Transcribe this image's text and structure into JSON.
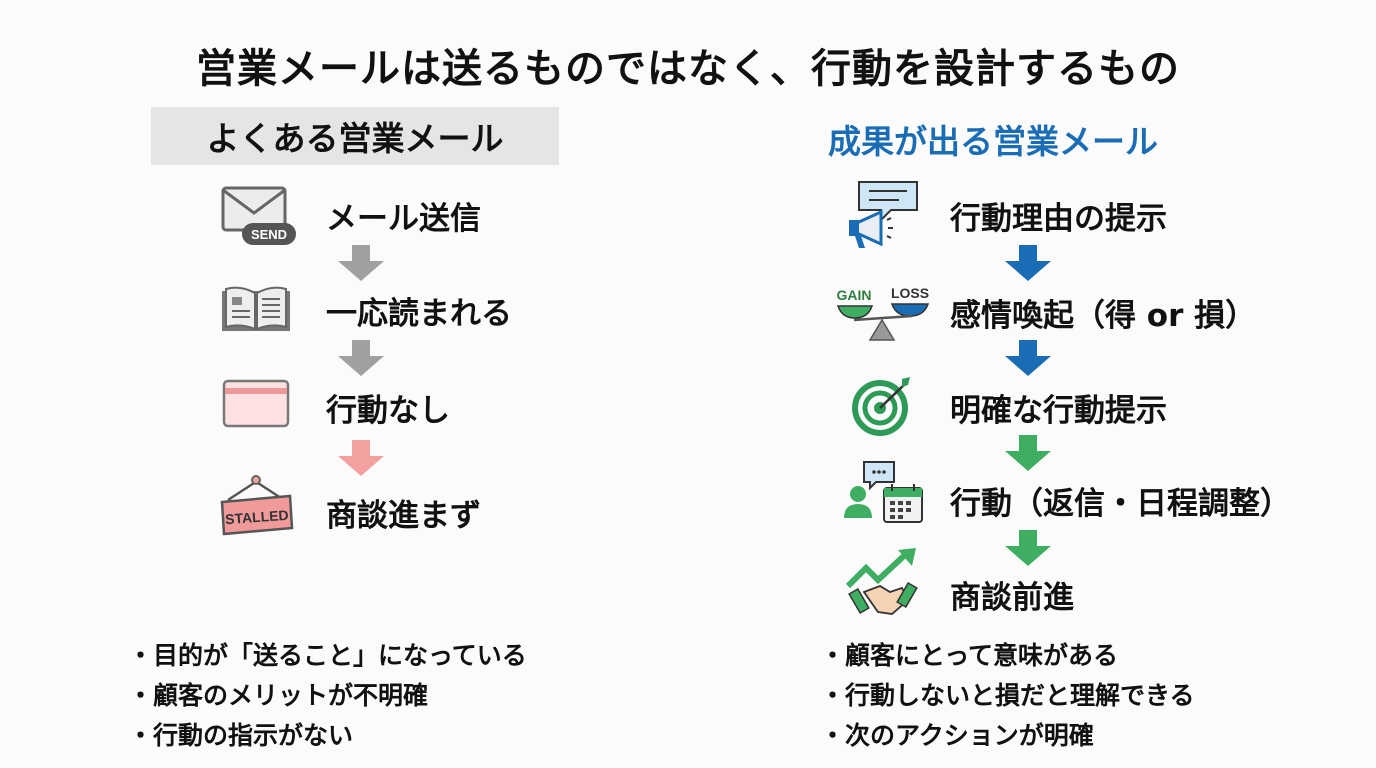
{
  "title": "営業メールは送るものではなく、行動を設計するもの",
  "left": {
    "heading": "よくある営業メール",
    "steps": [
      {
        "label": "メール送信",
        "icon": "email-send-icon",
        "badge": "SEND"
      },
      {
        "label": "一応読まれる",
        "icon": "open-book-icon"
      },
      {
        "label": "行動なし",
        "icon": "empty-window-icon"
      },
      {
        "label": "商談進まず",
        "icon": "stalled-sign-icon",
        "badge": "STALLED"
      }
    ],
    "bullets": [
      "・目的が「送ること」になっている",
      "・顧客のメリットが不明確",
      "・行動の指示がない"
    ]
  },
  "right": {
    "heading": "成果が出る営業メール",
    "steps": [
      {
        "label": "行動理由の提示",
        "icon": "megaphone-icon"
      },
      {
        "label": "感情喚起（得 or 損）",
        "icon": "balance-scale-icon",
        "gain": "GAIN",
        "loss": "LOSS"
      },
      {
        "label": "明確な行動提示",
        "icon": "target-icon"
      },
      {
        "label": "行動（返信・日程調整）",
        "icon": "person-calendar-icon"
      },
      {
        "label": "商談前進",
        "icon": "handshake-growth-icon"
      }
    ],
    "bullets": [
      "・顧客にとって意味がある",
      "・行動しないと損だと理解できる",
      "・次のアクションが明確"
    ]
  },
  "colors": {
    "blue": "#1a6db5",
    "green": "#3fae63",
    "gray": "#a0a0a0",
    "pink": "#f2a0a0"
  }
}
